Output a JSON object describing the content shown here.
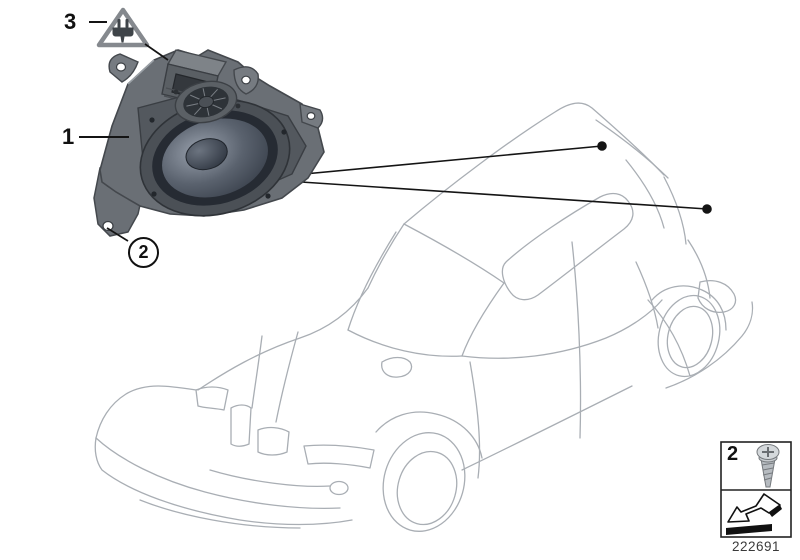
{
  "callouts": {
    "item_1": {
      "label": "1"
    },
    "item_2": {
      "label": "2"
    },
    "item_3": {
      "label": "3"
    }
  },
  "legend_box": {
    "qty_label": "2"
  },
  "part_number": "222691",
  "icons": {
    "warning": "electrical-warning-icon",
    "screw": "screw-icon",
    "arrow": "direction-arrow-icon"
  },
  "colors": {
    "callout_black": "#141414",
    "car_outline": "#a9aeb4",
    "speaker_body": "#6a6f75",
    "speaker_recess": "#53585e",
    "speaker_cone_dark": "#3a414c",
    "warning_triangle": "#85898e",
    "part_number_text": "#3a3a3a",
    "background": "#ffffff"
  }
}
